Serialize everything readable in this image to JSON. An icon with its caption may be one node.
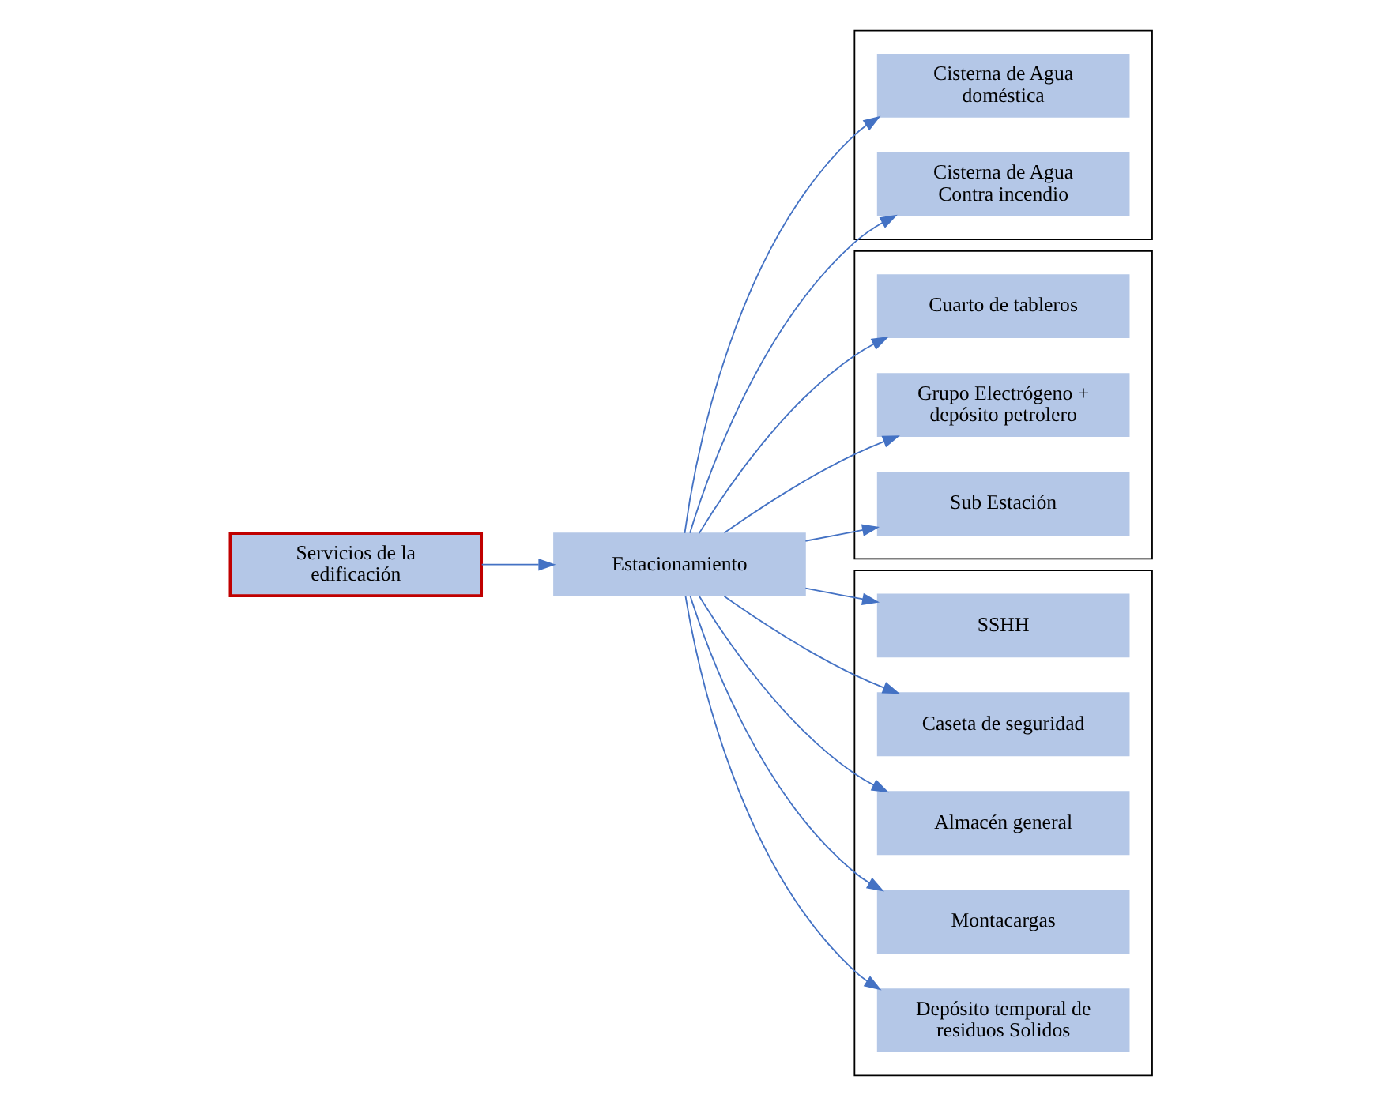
{
  "diagram": {
    "nodes": [
      {
        "text": [
          "Servicios de la edificación"
        ]
      },
      {
        "text": [
          "Estacionamiento"
        ]
      },
      {
        "text": [],
        "shape": "box"
      },
      {
        "text": [
          "Cisterna de Agua doméstica"
        ],
        "in": 2
      },
      {
        "text": [
          "Cisterna de Agua Contra incendio"
        ],
        "in": 2
      },
      {
        "text": [],
        "shape": "box"
      },
      {
        "text": [
          "Cuarto de tableros"
        ],
        "in": 5
      },
      {
        "text": [
          "Grupo Electrógeno + depósito petrolero"
        ],
        "in": 5
      },
      {
        "text": [
          "Sub Estación"
        ],
        "in": 5
      },
      {
        "text": [],
        "shape": "box"
      },
      {
        "text": [
          "SSHH"
        ],
        "in": 9
      },
      {
        "text": [
          "Caseta de seguridad"
        ],
        "in": 9
      },
      {
        "text": [
          "Almacén general"
        ],
        "in": 9
      },
      {
        "text": [
          "Montacargas"
        ],
        "in": 9
      },
      {
        "text": [
          "Depósito temporal de residuos Solidos"
        ],
        "in": 9
      }
    ],
    "edges": [
      {
        "from": 0,
        "to": 1,
        "arrow": "to"
      },
      {
        "from": 1,
        "to": 3,
        "arrow": "to"
      },
      {
        "from": 1,
        "to": 4,
        "arrow": "to"
      },
      {
        "from": 1,
        "to": 6,
        "arrow": "to"
      },
      {
        "from": 1,
        "to": 7,
        "arrow": "to"
      },
      {
        "from": 1,
        "to": 8,
        "arrow": "to"
      },
      {
        "from": 1,
        "to": 10,
        "arrow": "to"
      },
      {
        "from": 1,
        "to": 11,
        "arrow": "to"
      },
      {
        "from": 1,
        "to": 12,
        "arrow": "to"
      },
      {
        "from": 1,
        "to": 13,
        "arrow": "to"
      },
      {
        "from": 1,
        "to": 14,
        "arrow": "to"
      }
    ]
  }
}
